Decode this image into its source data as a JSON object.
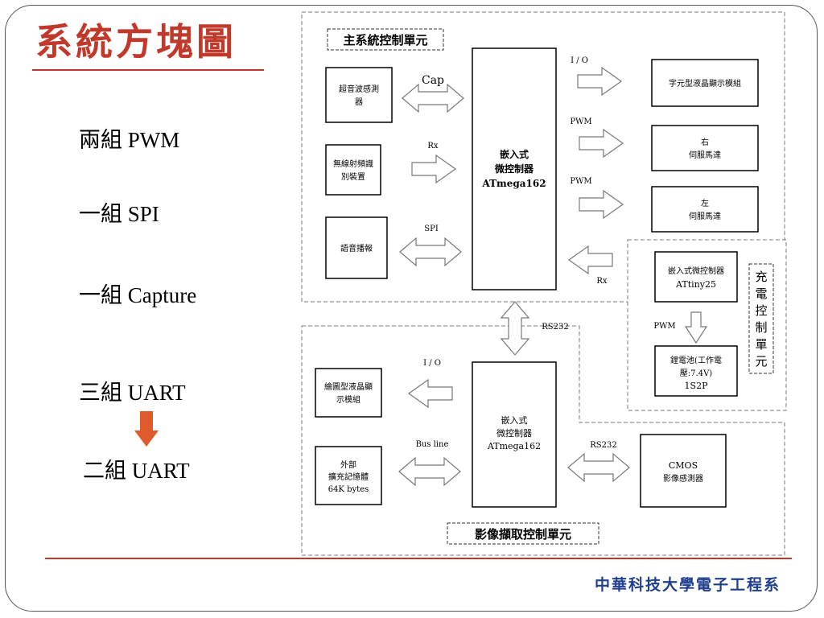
{
  "slide": {
    "title": "系統方塊圖",
    "bullets": [
      "兩組 PWM",
      "一組 SPI",
      "一組 Capture",
      "三組 UART",
      "二組 UART"
    ],
    "footer": "中華科技大學電子工程系",
    "accent_color": "#c0392b",
    "footer_color": "#1f3e8c",
    "arrow_color": "#e05a2b"
  },
  "diagram": {
    "main_unit_label": "主系統控制單元",
    "image_unit_label": "影像擷取控制單元",
    "charge_unit_label": [
      "充",
      "電",
      "控",
      "制",
      "單",
      "元"
    ],
    "mcu_main": [
      "嵌入式",
      "微控制器",
      "ATmega162"
    ],
    "mcu_image": [
      "嵌入式",
      "微控制器",
      "ATmega162"
    ],
    "ultrasonic": [
      "超音波感測",
      "器"
    ],
    "rfid": [
      "無線射頻識",
      "別裝置"
    ],
    "voice": [
      "語音播報"
    ],
    "char_lcd": [
      "字元型液晶顯示模組"
    ],
    "servo_right": [
      "右",
      "伺服馬達"
    ],
    "servo_left": [
      "左",
      "伺服馬達"
    ],
    "attiny": [
      "嵌入式微控制器",
      "ATtiny25"
    ],
    "battery": [
      "鋰電池(工作電",
      "壓:7.4V)",
      "1S2P"
    ],
    "graphic_lcd": [
      "繪圖型液晶顯",
      "示模組"
    ],
    "ext_mem": [
      "外部",
      "擴充記憶體",
      "64K bytes"
    ],
    "cmos": [
      "CMOS",
      "影像感測器"
    ],
    "signals": {
      "cap": "Cap",
      "rx": "Rx",
      "spi": "SPI",
      "io_top": "I / O",
      "pwm1": "PWM",
      "pwm2": "PWM",
      "rx_right": "Rx",
      "rs232_vertical": "RS232",
      "pwm_charge": "PWM",
      "io_bottom": "I / O",
      "bus_line": "Bus line",
      "rs232_bottom": "RS232"
    }
  }
}
